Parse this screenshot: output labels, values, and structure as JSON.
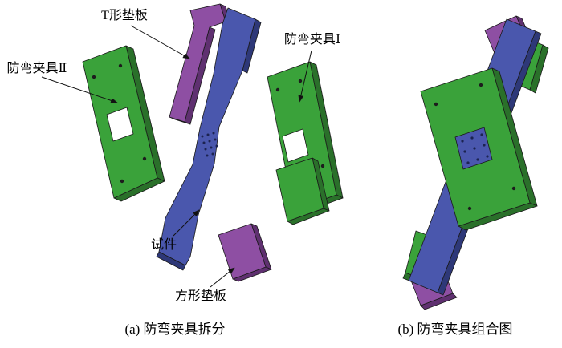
{
  "figure": {
    "panel_a": {
      "caption": "(a) 防弯夹具拆分",
      "labels": {
        "t_plate": "T形垫板",
        "fixture2": "防弯夹具Ⅱ",
        "fixture1": "防弯夹具Ⅰ",
        "specimen": "试件",
        "square_plate": "方形垫板"
      }
    },
    "panel_b": {
      "caption": "(b) 防弯夹具组合图"
    }
  },
  "colors": {
    "fixture_green": "#3aa23a",
    "fixture_green_dark": "#2a702a",
    "plate_purple": "#8e4fa3",
    "plate_purple_dark": "#5f3070",
    "specimen_blue": "#4a57ad",
    "specimen_blue_dark": "#2e3878",
    "hole_white": "#ffffff",
    "screw_dot": "#1d1d1d",
    "specimen_dot": "#1c2350",
    "outline": "#1a1a1a",
    "background": "#ffffff"
  }
}
